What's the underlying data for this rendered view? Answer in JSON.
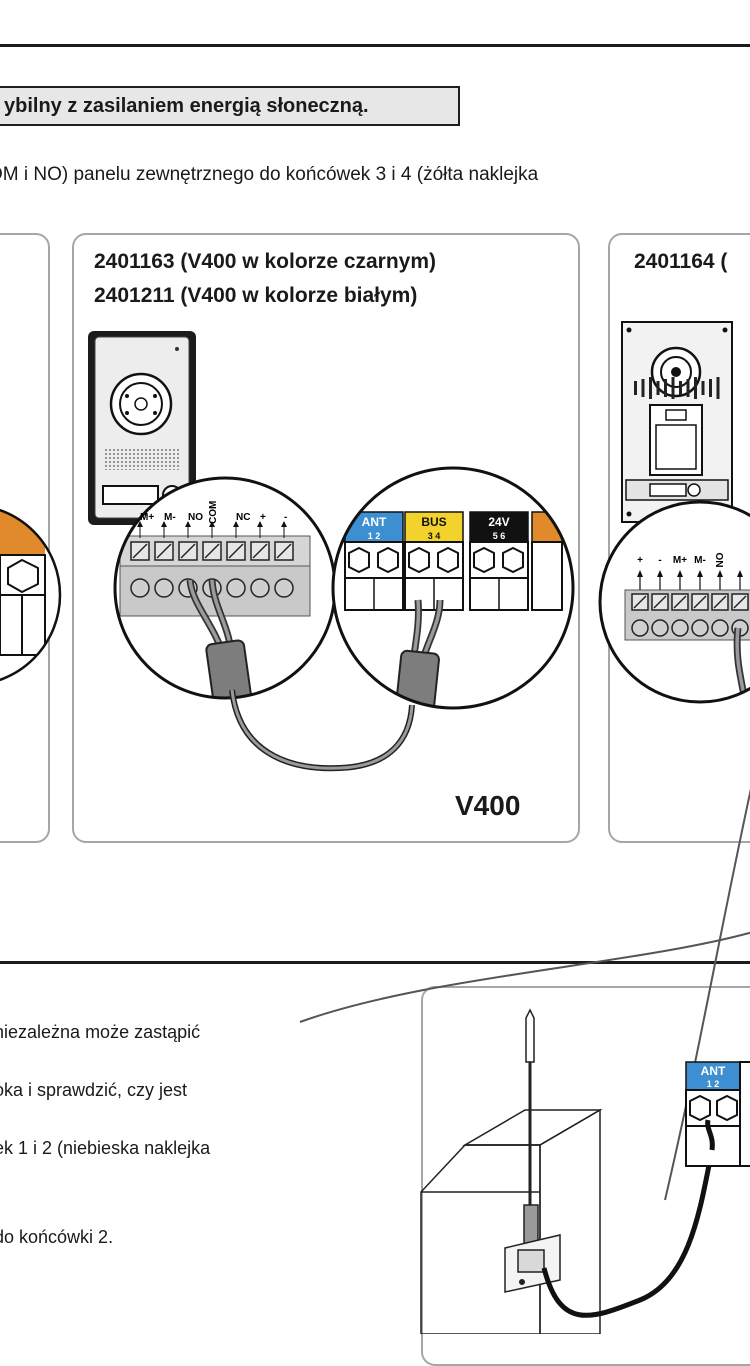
{
  "section": {
    "heading": "ybilny z zasilaniem energią słoneczną.",
    "intro": "OM i NO) panelu zewnętrznego do końcówek 3 i 4 (żółta naklejka"
  },
  "panels": [
    {
      "title_line1": "2401163 (V400 w kolorze czarnym)",
      "title_line2": "2401211 (V400 w kolorze białym)",
      "tag": "V400",
      "terminal_labels": [
        "M+",
        "M-",
        "NO",
        "COM",
        "NC",
        "+",
        "-"
      ],
      "connector_blocks": [
        {
          "name": "ANT",
          "pins": "1 2",
          "color": "#3d8fd2"
        },
        {
          "name": "BUS",
          "pins": "3 4",
          "color": "#f3d22b"
        },
        {
          "name": "24V",
          "pins": "5 6",
          "color": "#111111"
        }
      ]
    },
    {
      "title_line1": "2401164 (",
      "terminal_labels": [
        "+",
        "-",
        "M+",
        "M-",
        "NO"
      ]
    }
  ],
  "paragraphs": [
    "niezależna może zastąpić",
    "oka i sprawdzić, czy jest",
    "ek 1 i 2 (niebieska naklejka",
    "do końcówki 2."
  ],
  "antenna_detail": {
    "block_name": "ANT",
    "block_pins": "1 2",
    "block_color": "#3d8fd2"
  },
  "colors": {
    "ant": "#3d8fd2",
    "bus": "#f3d22b",
    "v24": "#111111",
    "accent": "#e08a2c",
    "panel_border": "#a6a6a6"
  }
}
